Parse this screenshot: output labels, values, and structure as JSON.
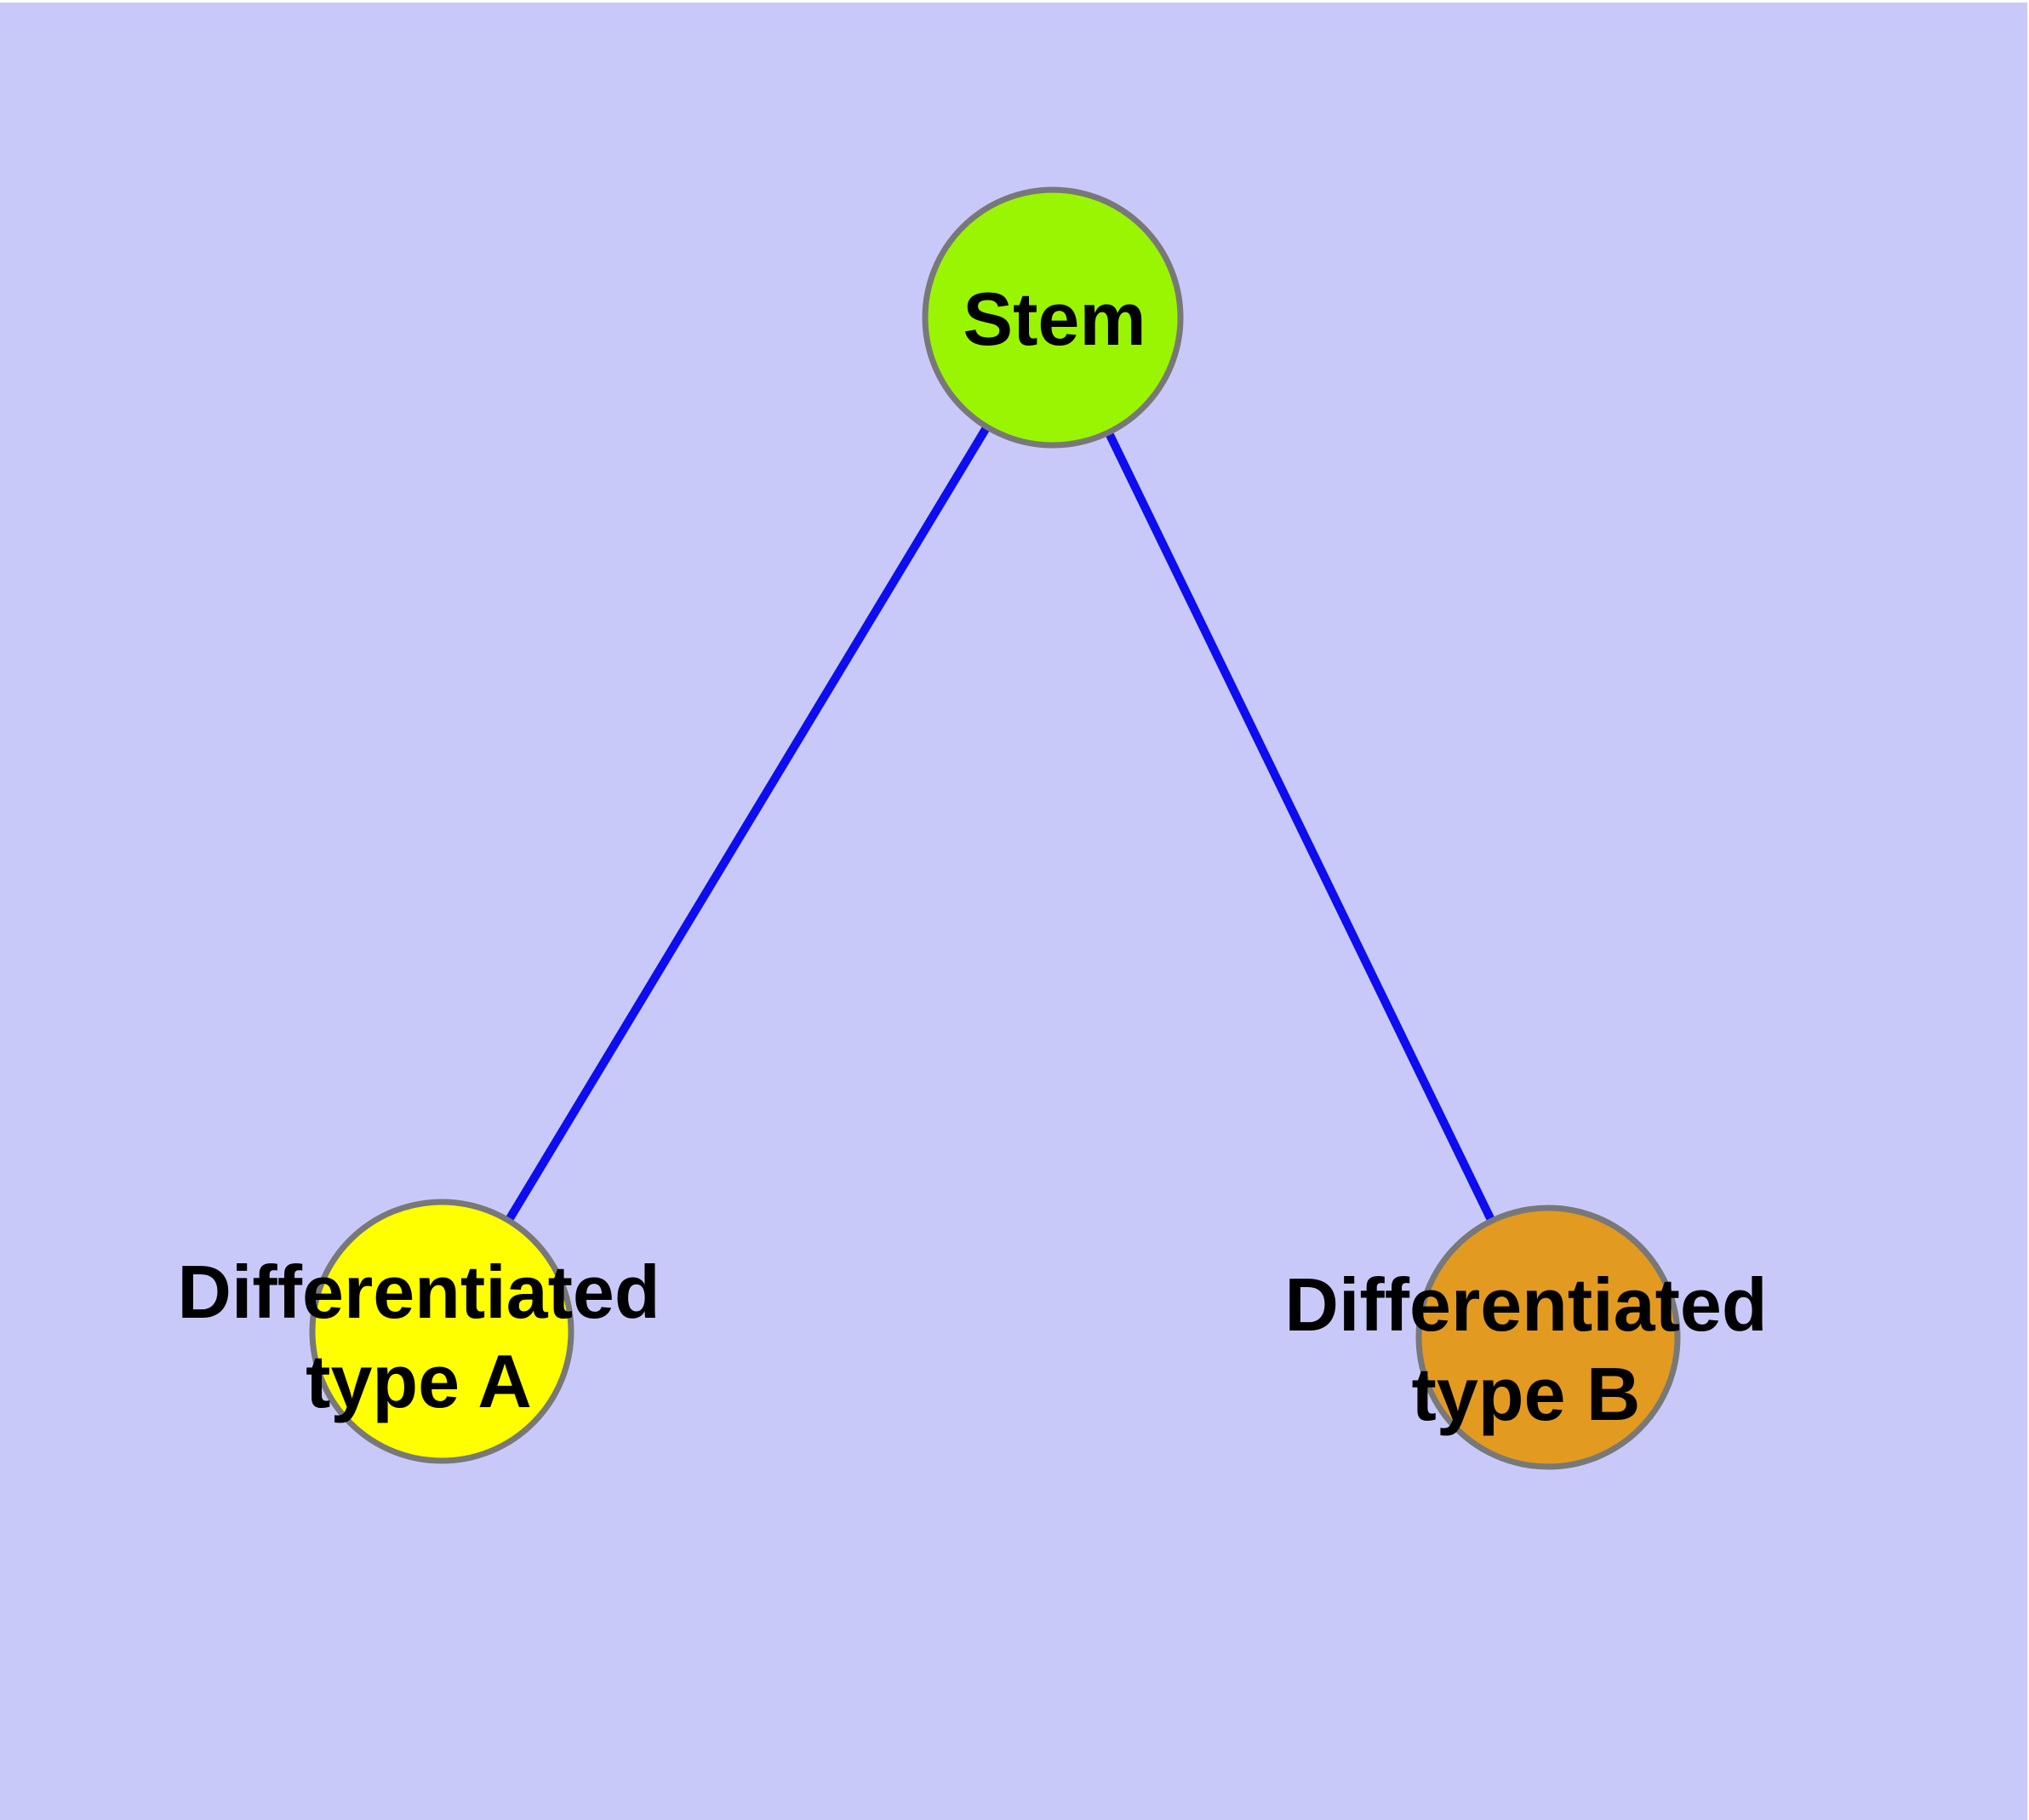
{
  "diagram": {
    "type": "graph",
    "nodes": [
      {
        "id": "stem",
        "label": "Stem",
        "fill": "#9af502",
        "shape": "circle"
      },
      {
        "id": "differentiated-type-a",
        "line1": "Differentiated",
        "line2": "type A",
        "fill": "#ffff00",
        "shape": "circle"
      },
      {
        "id": "differentiated-type-b",
        "line1": "Differentiated",
        "line2": "type B",
        "fill": "#e39a21",
        "shape": "circle"
      }
    ],
    "edges": [
      {
        "from": "stem",
        "to": "differentiated-type-a"
      },
      {
        "from": "stem",
        "to": "differentiated-type-b"
      }
    ],
    "colors": {
      "background": "#c9c9f9",
      "page_margin": "#ffffff",
      "edge": "#0d0def",
      "node_outline": "#787878",
      "label_text": "#000000"
    }
  }
}
